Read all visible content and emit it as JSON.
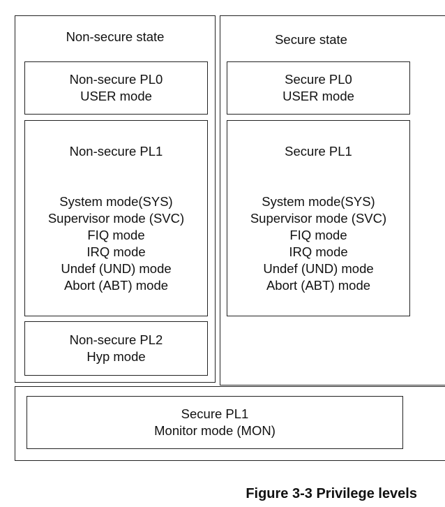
{
  "nonsecure": {
    "title": "Non-secure state",
    "pl0": {
      "name": "Non-secure PL0",
      "mode": "USER mode"
    },
    "pl1": {
      "name": "Non-secure PL1",
      "modes": [
        "System mode(SYS)",
        "Supervisor mode (SVC)",
        "FIQ mode",
        "IRQ mode",
        "Undef (UND) mode",
        "Abort (ABT) mode"
      ]
    },
    "pl2": {
      "name": "Non-secure PL2",
      "mode": "Hyp mode"
    }
  },
  "secure": {
    "title": "Secure state",
    "pl0": {
      "name": "Secure PL0",
      "mode": "USER mode"
    },
    "pl1": {
      "name": "Secure PL1",
      "modes": [
        "System mode(SYS)",
        "Supervisor mode (SVC)",
        "FIQ mode",
        "IRQ mode",
        "Undef (UND) mode",
        "Abort (ABT) mode"
      ]
    }
  },
  "monitor": {
    "name": "Secure PL1",
    "mode": "Monitor mode (MON)"
  },
  "caption": "Figure 3-3 Privilege levels"
}
